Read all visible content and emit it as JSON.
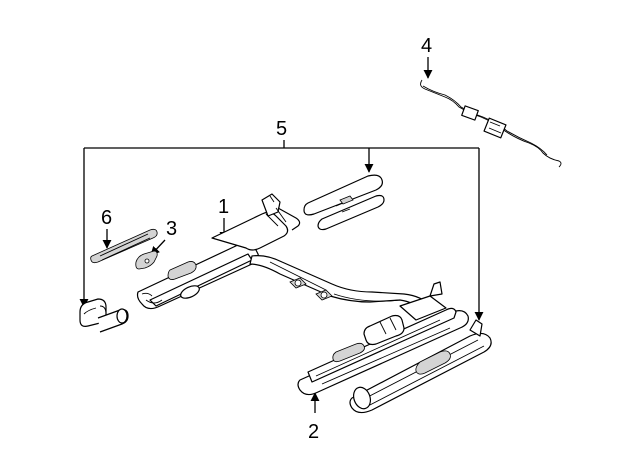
{
  "diagram": {
    "callouts": [
      {
        "id": "1",
        "label": "1"
      },
      {
        "id": "2",
        "label": "2"
      },
      {
        "id": "3",
        "label": "3"
      },
      {
        "id": "4",
        "label": "4"
      },
      {
        "id": "5",
        "label": "5"
      },
      {
        "id": "6",
        "label": "6"
      }
    ],
    "colors": {
      "line": "#000000",
      "background": "#ffffff",
      "shading": "#d4d4d4"
    }
  }
}
